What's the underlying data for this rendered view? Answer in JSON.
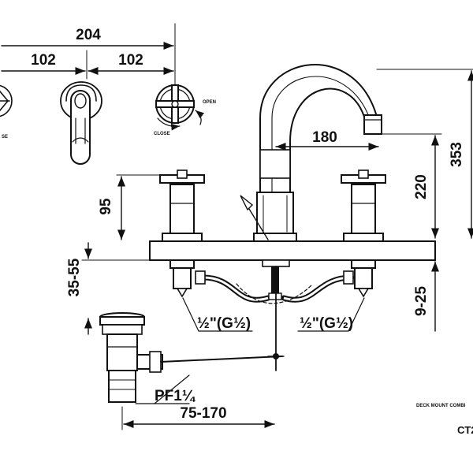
{
  "drawing": {
    "dims": {
      "overall_width": "204",
      "half_left": "102",
      "half_right": "102",
      "spout_reach": "180",
      "spout_height": "220",
      "overall_height": "353",
      "handle_height": "95",
      "tail_length": "35-55",
      "deck_range": "9-25",
      "pipe_left": "½\"(G½)",
      "pipe_right": "½\"(G½)",
      "drain_thread": "PF1¼",
      "drain_offset": "75-170"
    },
    "labels": {
      "open": "OPEN",
      "close": "CLOSE",
      "close_left": "SE",
      "footer_title": "DECK MOUNT COMBI",
      "model": "CT2"
    }
  }
}
